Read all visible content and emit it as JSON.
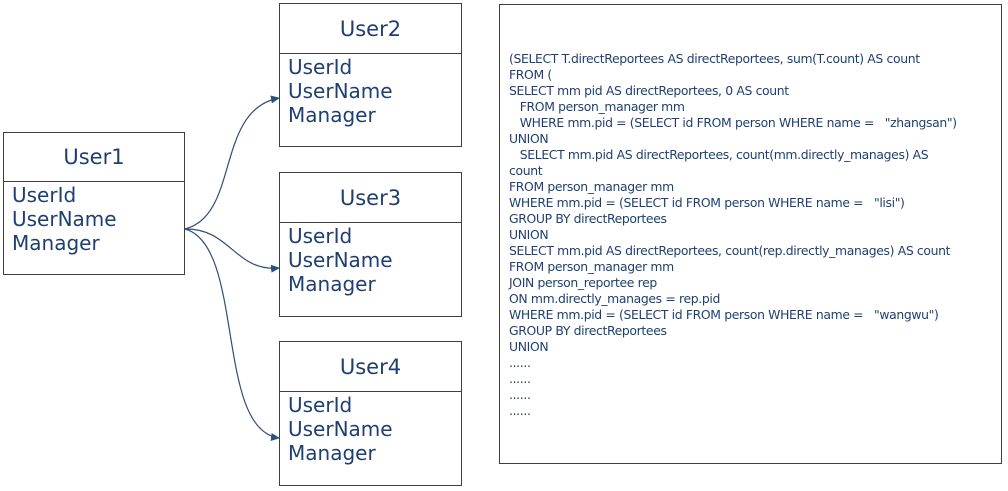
{
  "colors": {
    "text": "#1f3f73",
    "border": "#3c3f44",
    "connector": "#2f4f7a"
  },
  "entities": [
    {
      "title": "User1",
      "fields": [
        "UserId",
        "UserName",
        "Manager"
      ]
    },
    {
      "title": "User2",
      "fields": [
        "UserId",
        "UserName",
        "Manager"
      ]
    },
    {
      "title": "User3",
      "fields": [
        "UserId",
        "UserName",
        "Manager"
      ]
    },
    {
      "title": "User4",
      "fields": [
        "UserId",
        "UserName",
        "Manager"
      ]
    }
  ],
  "connectors": [
    {
      "from": "User1",
      "to": "User2"
    },
    {
      "from": "User1",
      "to": "User3"
    },
    {
      "from": "User1",
      "to": "User4"
    }
  ],
  "sql": {
    "lines": [
      "(SELECT T.directReportees AS directReportees, sum(T.count) AS count",
      "FROM (",
      "SELECT mm pid AS directReportees, 0 AS count",
      "   FROM person_manager mm",
      "   WHERE mm.pid = (SELECT id FROM person WHERE name =   \"zhangsan\")",
      "UNION",
      "   SELECT mm.pid AS directReportees, count(mm.directly_manages) AS",
      "count",
      "FROM person_manager mm",
      "WHERE mm.pid = (SELECT id FROM person WHERE name =   \"lisi\")",
      "GROUP BY directReportees",
      "UNION",
      "SELECT mm.pid AS directReportees, count(rep.directly_manages) AS count",
      "FROM person_manager mm",
      "JOIN person_reportee rep",
      "ON mm.directly_manages = rep.pid",
      "WHERE mm.pid = (SELECT id FROM person WHERE name =   \"wangwu\")",
      "GROUP BY directReportees",
      "UNION",
      "......",
      "......",
      "......",
      "......"
    ]
  }
}
